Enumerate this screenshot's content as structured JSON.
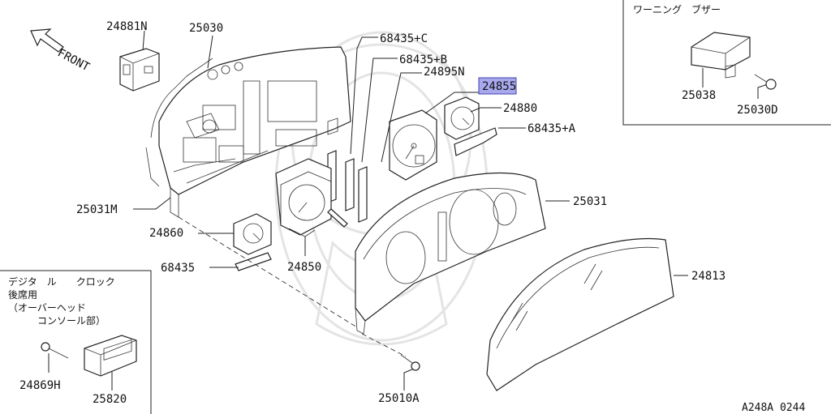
{
  "direction_label": "FRONT",
  "diagram_code": "A248A 0244",
  "highlighted_part": "24855",
  "parts": [
    {
      "id": "p24881N",
      "label": "24881N"
    },
    {
      "id": "p25030",
      "label": "25030"
    },
    {
      "id": "p68435C",
      "label": "68435+C"
    },
    {
      "id": "p68435B",
      "label": "68435+B"
    },
    {
      "id": "p24895N",
      "label": "24895N"
    },
    {
      "id": "p24855",
      "label": "24855"
    },
    {
      "id": "p24880",
      "label": "24880"
    },
    {
      "id": "p68435A",
      "label": "68435+A"
    },
    {
      "id": "p25031M",
      "label": "25031M"
    },
    {
      "id": "p25031",
      "label": "25031"
    },
    {
      "id": "p24860",
      "label": "24860"
    },
    {
      "id": "p68435",
      "label": "68435"
    },
    {
      "id": "p24850",
      "label": "24850"
    },
    {
      "id": "p24813",
      "label": "24813"
    },
    {
      "id": "p24869H",
      "label": "24869H"
    },
    {
      "id": "p25820",
      "label": "25820"
    },
    {
      "id": "p25010A",
      "label": "25010A"
    },
    {
      "id": "p25038",
      "label": "25038"
    },
    {
      "id": "p25030D",
      "label": "25030D"
    }
  ],
  "inset_warning": {
    "title": "ワーニング　ブザー"
  },
  "inset_clock": {
    "lines": [
      "デジタ　ル　　クロック",
      "後席用",
      "（オーバーヘッド",
      "　　　コンソール部）"
    ]
  }
}
